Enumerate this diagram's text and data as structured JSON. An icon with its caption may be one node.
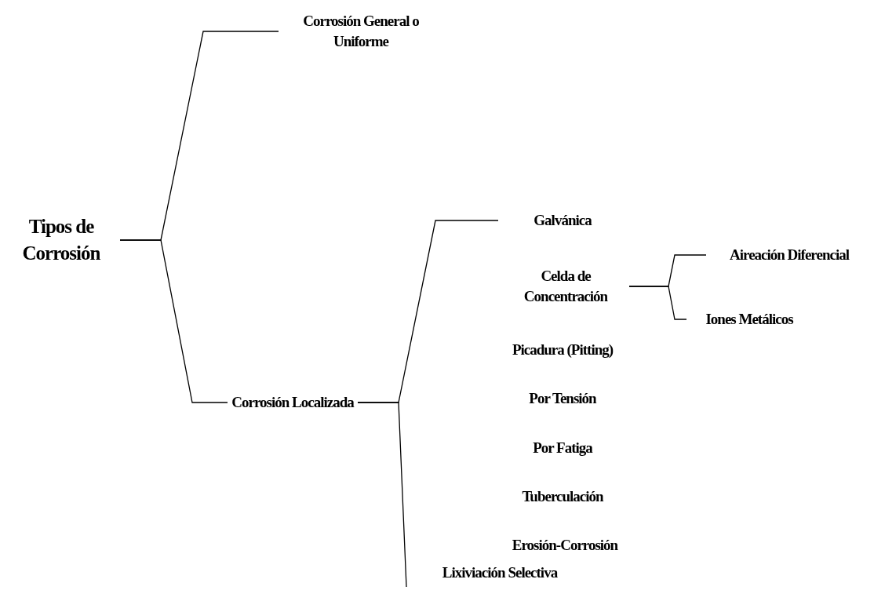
{
  "diagram": {
    "nodes": [
      {
        "text": [
          "Tipos de Corrosión"
        ]
      },
      {
        "text": [
          "Corrosión General o Uniforme"
        ]
      },
      {
        "text": [
          "Corrosión Localizada"
        ]
      },
      {
        "text": [
          "Galvánica"
        ]
      },
      {
        "text": [
          "Celda de Concentración"
        ]
      },
      {
        "text": [
          "Aireación Diferencial"
        ]
      },
      {
        "text": [
          "Iones Metálicos"
        ]
      },
      {
        "text": [
          "Picadura (Pitting)"
        ]
      },
      {
        "text": [
          "Por Tensión"
        ]
      },
      {
        "text": [
          "Por Fatiga"
        ]
      },
      {
        "text": [
          "Tuberculación"
        ]
      },
      {
        "text": [
          "Erosión-Corrosión"
        ]
      },
      {
        "text": [
          "Lixiviación Selectiva"
        ]
      }
    ],
    "edges": [
      {
        "from": 0,
        "to": 1,
        "arrow": "none"
      },
      {
        "from": 0,
        "to": 2,
        "arrow": "none"
      },
      {
        "from": 2,
        "to": 3,
        "arrow": "none"
      },
      {
        "from": 2,
        "to": 12,
        "arrow": "none"
      },
      {
        "from": 4,
        "to": 5,
        "arrow": "none"
      },
      {
        "from": 4,
        "to": 6,
        "arrow": "none"
      }
    ]
  }
}
